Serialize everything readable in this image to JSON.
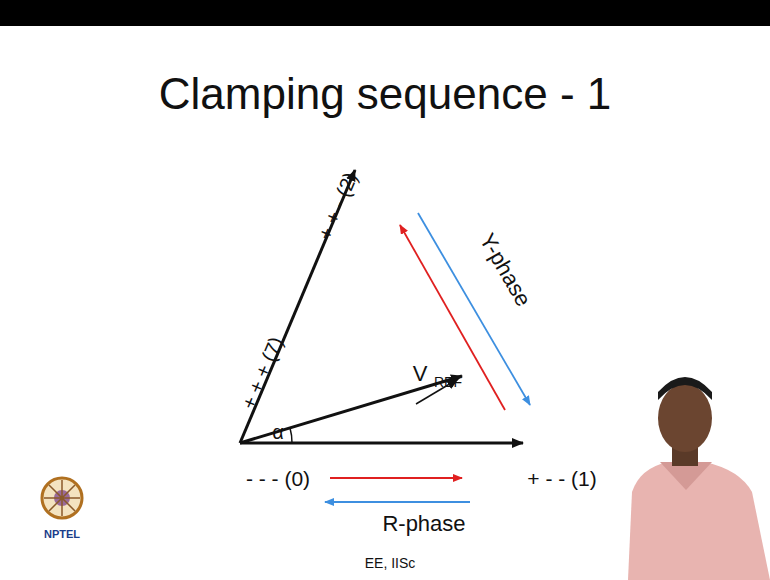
{
  "diagram": {
    "title": "Clamping sequence - 1",
    "labels": [
      "+ + - (2)",
      "+ + + (7)",
      "V",
      "REF",
      "α",
      "- - - (0)",
      "+ - - (1)",
      "Y-phase",
      "R-phase",
      "EE, IISc",
      "NPTEL"
    ]
  }
}
